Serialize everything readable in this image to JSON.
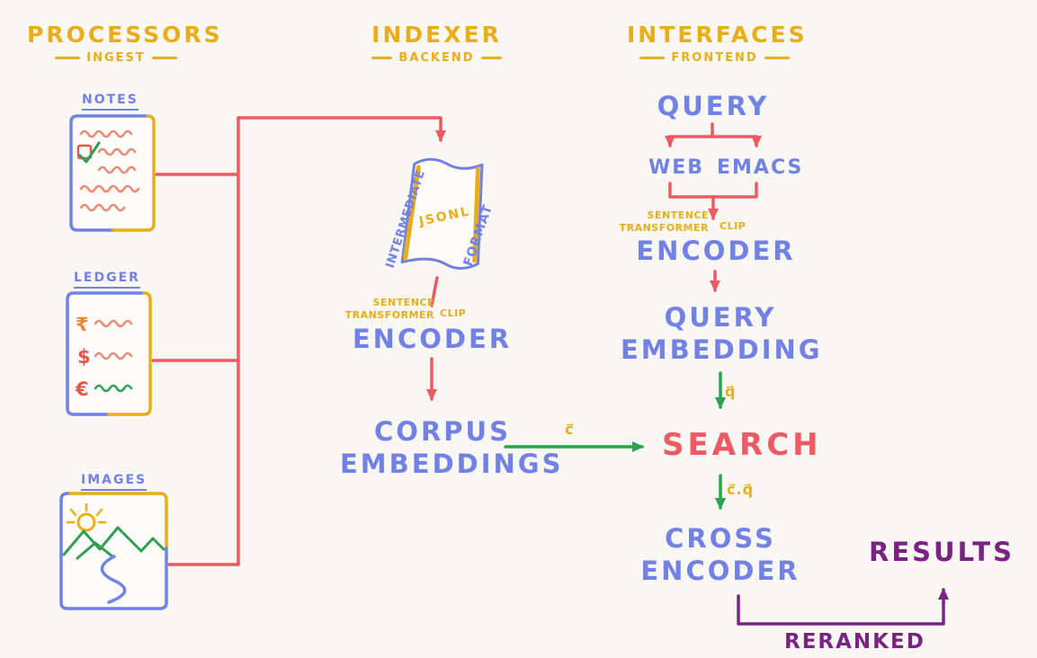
{
  "headers": {
    "processors": {
      "title": "PROCESSORS",
      "subtitle": "INGEST"
    },
    "indexer": {
      "title": "INDEXER",
      "subtitle": "BACKEND"
    },
    "interfaces": {
      "title": "INTERFACES",
      "subtitle": "FRONTEND"
    }
  },
  "processors": {
    "notes_label": "NOTES",
    "ledger_label": "LEDGER",
    "images_label": "IMAGES",
    "ledger_currencies": [
      "₹",
      "$",
      "€"
    ]
  },
  "indexer": {
    "scroll": {
      "left_text": "INTERMEDIATE",
      "center_text": "JSONL",
      "right_text": "FORMAT"
    },
    "model": {
      "line1": "SENTENCE",
      "line2": "TRANSFORMER",
      "clip": "CLIP"
    },
    "encoder": "ENCODER",
    "corpus": {
      "line1": "CORPUS",
      "line2": "EMBEDDINGS"
    }
  },
  "interfaces": {
    "query": "QUERY",
    "web": "WEB",
    "emacs": "EMACS",
    "model": {
      "line1": "SENTENCE",
      "line2": "TRANSFORMER",
      "clip": "CLIP"
    },
    "encoder": "ENCODER",
    "query_embedding": {
      "line1": "QUERY",
      "line2": "EMBEDDING"
    },
    "search": "SEARCH",
    "cross_encoder": {
      "line1": "CROSS",
      "line2": "ENCODER"
    },
    "results": "RESULTS",
    "reranked": "RERANKED"
  },
  "edge_labels": {
    "corpus_vector": "c⃗",
    "query_vector": "q⃗",
    "dot_product": "c⃗.q⃗"
  },
  "colors": {
    "yellow": "#e9ad17",
    "blue": "#7282e4",
    "red": "#ed5a64",
    "coral": "#e98a77",
    "green": "#2ea04f",
    "purple": "#7a2382",
    "background": "#f8f7f4"
  }
}
